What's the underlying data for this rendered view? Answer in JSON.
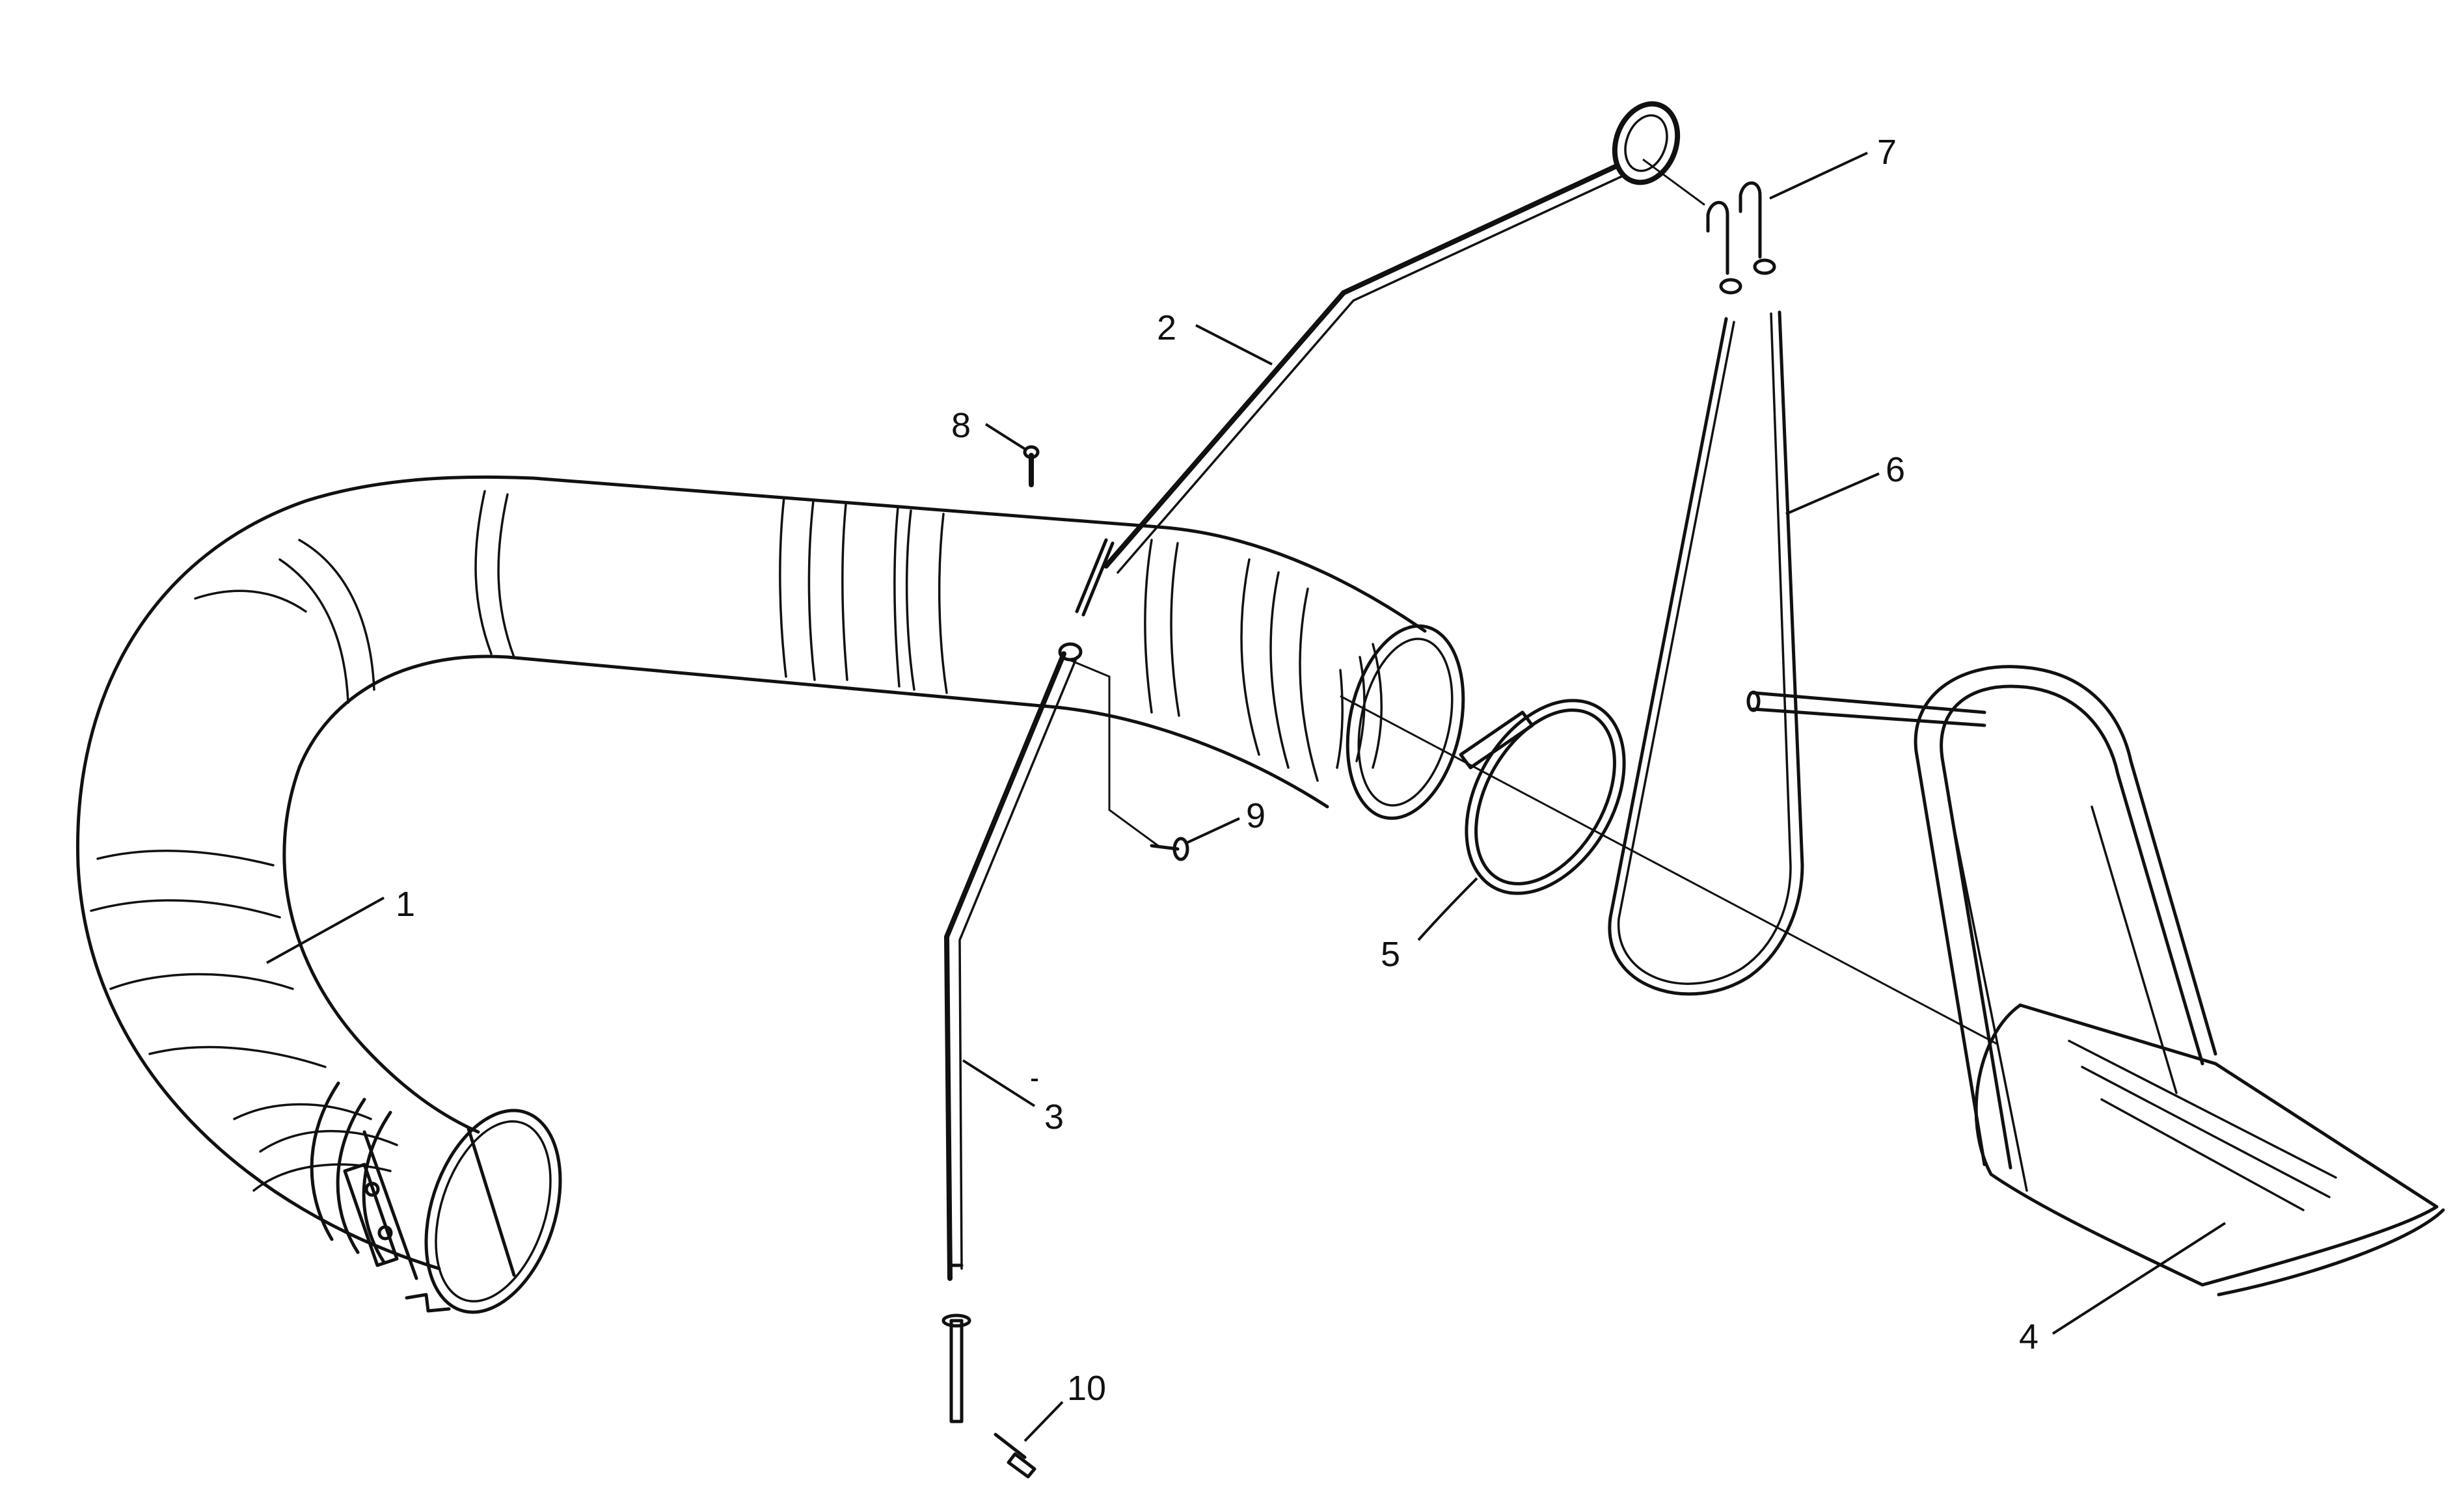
{
  "callouts": [
    {
      "id": "1",
      "text": "1"
    },
    {
      "id": "2",
      "text": "2"
    },
    {
      "id": "3",
      "text": "3"
    },
    {
      "id": "4",
      "text": "4"
    },
    {
      "id": "5",
      "text": "5"
    },
    {
      "id": "6",
      "text": "6"
    },
    {
      "id": "7",
      "text": "7"
    },
    {
      "id": "8",
      "text": "8"
    },
    {
      "id": "9",
      "text": "9"
    },
    {
      "id": "10",
      "text": "10"
    }
  ],
  "colors": {
    "line": "#111111",
    "background": "#ffffff"
  }
}
